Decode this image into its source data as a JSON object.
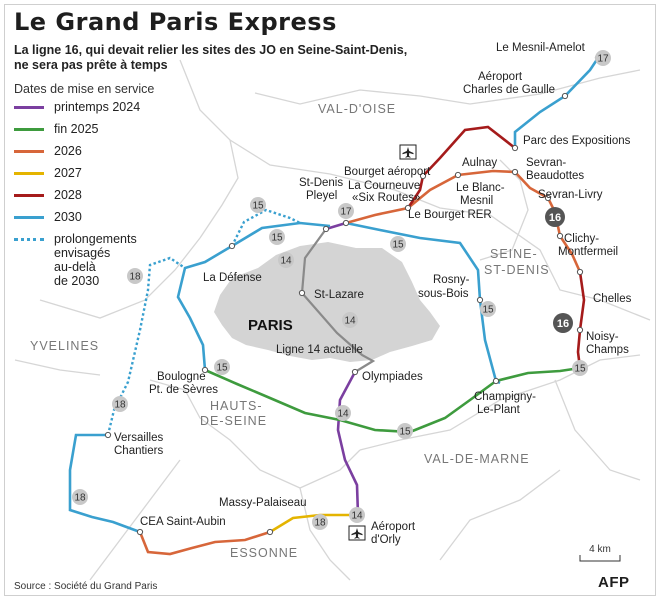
{
  "header": {
    "title": "Le Grand Paris Express",
    "subtitle_line1": "La ligne 16, qui devait relier les sites des JO en Seine-Saint-Denis,",
    "subtitle_line2": "ne sera pas prête à temps"
  },
  "legend": {
    "title": "Dates de mise en service",
    "items": [
      {
        "label": "printemps 2024",
        "color": "#7b3fa0"
      },
      {
        "label": "fin 2025",
        "color": "#3e9b3e"
      },
      {
        "label": "2026",
        "color": "#d7663a"
      },
      {
        "label": "2027",
        "color": "#e4b400"
      },
      {
        "label": "2028",
        "color": "#a51b1b"
      },
      {
        "label": "2030",
        "color": "#3aa0cf"
      },
      {
        "label": "prolongements envisagés au-delà de 2030",
        "lines": [
          "prolongements",
          "envisagés",
          "au-delà",
          "de 2030"
        ],
        "color": "#3aa0cf"
      }
    ]
  },
  "regions": [
    "VAL-D'OISE",
    "SEINE-",
    "ST-DENIS",
    "YVELINES",
    "HAUTS-",
    "DE-SEINE",
    "VAL-DE-MARNE",
    "ESSONNE"
  ],
  "paris_label": "PARIS",
  "stations": {
    "mesnil_amelot": "Le Mesnil-Amelot",
    "cdg1": "Aéroport",
    "cdg2": "Charles de Gaulle",
    "parc_expo": "Parc des Expositions",
    "bourget_aero": "Bourget aéroport",
    "aulnay": "Aulnay",
    "sevran_beau1": "Sevran-",
    "sevran_beau2": "Beaudottes",
    "sevran_livry": "Sevran-Livry",
    "st_denis1": "St-Denis",
    "st_denis2": "Pleyel",
    "courneuve1": "La Courneuve",
    "courneuve2": "«Six Routes»",
    "blanc_mesnil1": "Le Blanc-",
    "blanc_mesnil2": "Mesnil",
    "bourget_rer": "Le Bourget RER",
    "clichy1": "Clichy-",
    "clichy2": "Montfermeil",
    "defense": "La Défense",
    "st_lazare": "St-Lazare",
    "rosny1": "Rosny-",
    "rosny2": "sous-Bois",
    "chelles": "Chelles",
    "noisy1": "Noisy-",
    "noisy2": "Champs",
    "ligne14": "Ligne 14 actuelle",
    "olympiades": "Olympiades",
    "boulogne1": "Boulogne",
    "boulogne2": "Pt. de Sèvres",
    "champigny1": "Champigny-",
    "champigny2": "Le-Plant",
    "versailles1": "Versailles",
    "versailles2": "Chantiers",
    "massy": "Massy-Palaiseau",
    "cea": "CEA Saint-Aubin",
    "orly1": "Aéroport",
    "orly2": "d'Orly"
  },
  "badges": {
    "b14": "14",
    "b15": "15",
    "b16": "16",
    "b17": "17",
    "b18": "18"
  },
  "scale": "4 km",
  "source": "Source : Société du Grand Paris",
  "brand": "AFP",
  "icons": {
    "airport": "plane-icon",
    "brand": "afp-logo"
  }
}
